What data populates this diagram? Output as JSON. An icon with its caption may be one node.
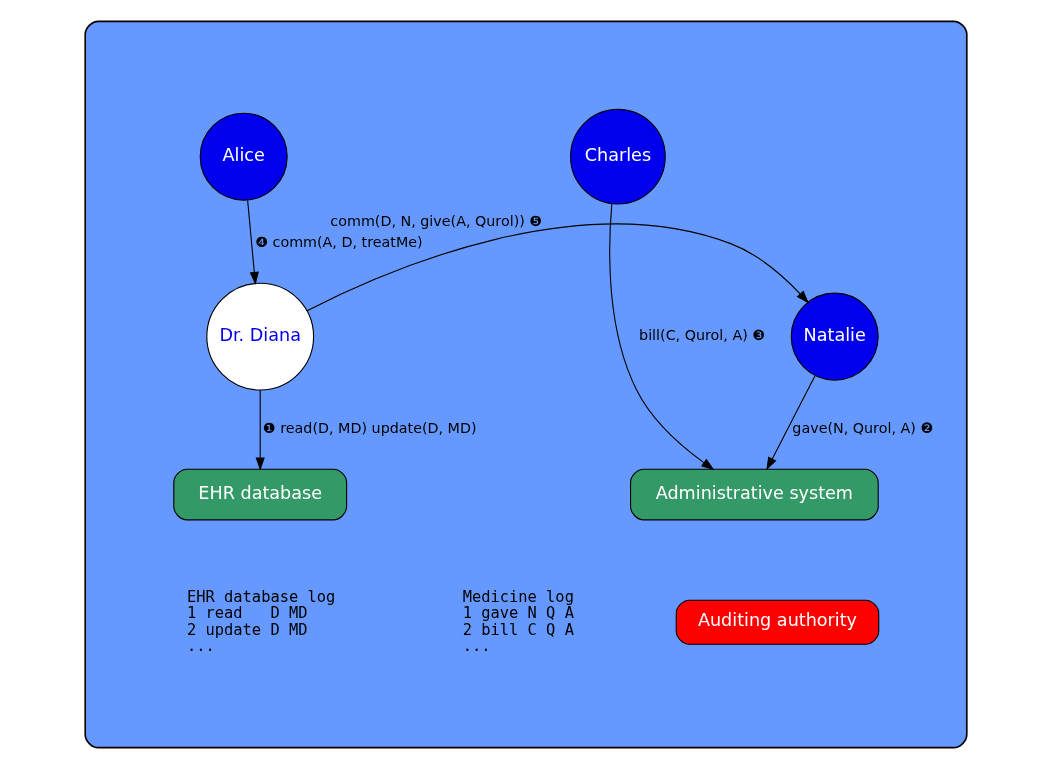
{
  "diagram": {
    "nodes": [
      {
        "text": [],
        "shape": "box"
      },
      {
        "text": [
          "Alice"
        ],
        "in": 0
      },
      {
        "text": [
          "Charles"
        ],
        "in": 0
      },
      {
        "text": [
          "Dr. Diana"
        ],
        "in": 0
      },
      {
        "text": [
          "Natalie"
        ],
        "in": 0
      },
      {
        "text": [
          "EHR database"
        ],
        "in": 0
      },
      {
        "text": [
          "Administrative system"
        ],
        "in": 0
      },
      {
        "text": [
          "Auditing authority"
        ],
        "in": 0
      }
    ],
    "edges": [
      {
        "from": 1,
        "to": 3,
        "arrow": "to",
        "label": "❹ comm(A, D, treatMe)"
      },
      {
        "from": 3,
        "to": 4,
        "arrow": "to",
        "label": "comm(D, N, give(A, Qurol)) ❺"
      },
      {
        "from": 3,
        "to": 5,
        "arrow": "to",
        "label": "❶ read(D, MD) update(D, MD)"
      },
      {
        "from": 4,
        "to": 6,
        "arrow": "to",
        "label": "gave(N, Qurol, A) ❷"
      },
      {
        "from": 2,
        "to": 6,
        "arrow": "to",
        "label": "bill(C, Qurol, A) ❸"
      }
    ],
    "labels": [
      "EHR database log",
      "1 read   D MD",
      "2 update D MD",
      "...",
      "Medicine log",
      "1 gave N Q A",
      "2 bill C Q A",
      "..."
    ]
  }
}
